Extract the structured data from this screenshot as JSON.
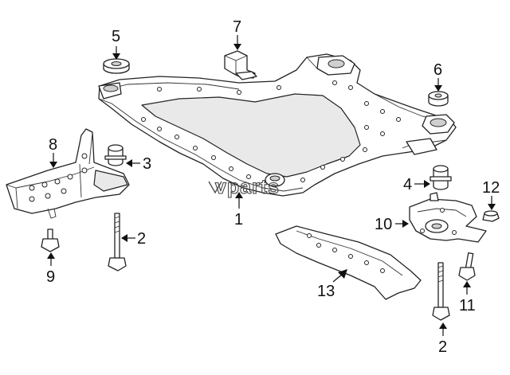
{
  "callouts": [
    {
      "id": "c1",
      "number": "1"
    },
    {
      "id": "c2a",
      "number": "2"
    },
    {
      "id": "c2b",
      "number": "2"
    },
    {
      "id": "c3",
      "number": "3"
    },
    {
      "id": "c4",
      "number": "4"
    },
    {
      "id": "c5",
      "number": "5"
    },
    {
      "id": "c6",
      "number": "6"
    },
    {
      "id": "c7",
      "number": "7"
    },
    {
      "id": "c8",
      "number": "8"
    },
    {
      "id": "c9",
      "number": "9"
    },
    {
      "id": "c10",
      "number": "10"
    },
    {
      "id": "c11",
      "number": "11"
    },
    {
      "id": "c12",
      "number": "12"
    },
    {
      "id": "c13",
      "number": "13"
    }
  ],
  "watermark": {
    "text": "vparts"
  }
}
